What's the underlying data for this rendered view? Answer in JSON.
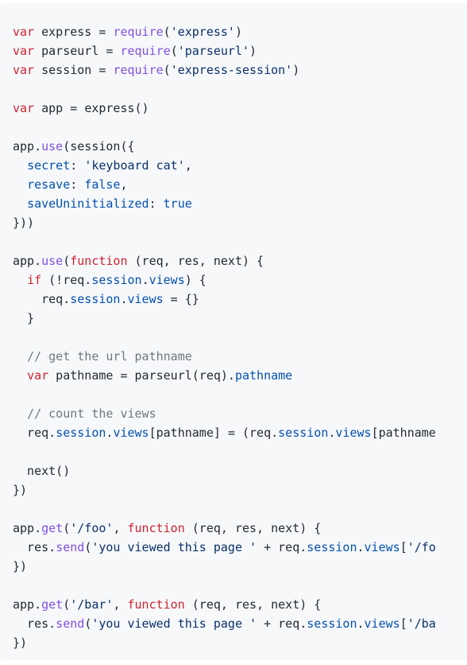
{
  "code_block": {
    "language": "javascript",
    "colors": {
      "background": "#f6f8fa",
      "plain": "#24292f",
      "keyword": "#cf222e",
      "function": "#8250df",
      "string": "#0a3069",
      "property": "#0550ae",
      "constant": "#0550ae",
      "comment": "#6e7781"
    },
    "lines": [
      [
        [
          "kw",
          "var"
        ],
        [
          "plain",
          " express = "
        ],
        [
          "fn",
          "require"
        ],
        [
          "plain",
          "("
        ],
        [
          "str",
          "'express'"
        ],
        [
          "plain",
          ")"
        ]
      ],
      [
        [
          "kw",
          "var"
        ],
        [
          "plain",
          " parseurl = "
        ],
        [
          "fn",
          "require"
        ],
        [
          "plain",
          "("
        ],
        [
          "str",
          "'parseurl'"
        ],
        [
          "plain",
          ")"
        ]
      ],
      [
        [
          "kw",
          "var"
        ],
        [
          "plain",
          " session = "
        ],
        [
          "fn",
          "require"
        ],
        [
          "plain",
          "("
        ],
        [
          "str",
          "'express-session'"
        ],
        [
          "plain",
          ")"
        ]
      ],
      [],
      [
        [
          "kw",
          "var"
        ],
        [
          "plain",
          " app = "
        ],
        [
          "plain",
          "express()"
        ]
      ],
      [],
      [
        [
          "plain",
          "app."
        ],
        [
          "fn",
          "use"
        ],
        [
          "plain",
          "(session({"
        ]
      ],
      [
        [
          "plain",
          "  "
        ],
        [
          "prop",
          "secret"
        ],
        [
          "plain",
          ": "
        ],
        [
          "str",
          "'keyboard cat'"
        ],
        [
          "plain",
          ","
        ]
      ],
      [
        [
          "plain",
          "  "
        ],
        [
          "prop",
          "resave"
        ],
        [
          "plain",
          ": "
        ],
        [
          "const",
          "false"
        ],
        [
          "plain",
          ","
        ]
      ],
      [
        [
          "plain",
          "  "
        ],
        [
          "prop",
          "saveUninitialized"
        ],
        [
          "plain",
          ": "
        ],
        [
          "const",
          "true"
        ]
      ],
      [
        [
          "plain",
          "}))"
        ]
      ],
      [],
      [
        [
          "plain",
          "app."
        ],
        [
          "fn",
          "use"
        ],
        [
          "plain",
          "("
        ],
        [
          "kw",
          "function"
        ],
        [
          "plain",
          " (req, res, next) {"
        ]
      ],
      [
        [
          "plain",
          "  "
        ],
        [
          "kw",
          "if"
        ],
        [
          "plain",
          " (!req."
        ],
        [
          "prop",
          "session"
        ],
        [
          "plain",
          "."
        ],
        [
          "prop",
          "views"
        ],
        [
          "plain",
          ") {"
        ]
      ],
      [
        [
          "plain",
          "    req."
        ],
        [
          "prop",
          "session"
        ],
        [
          "plain",
          "."
        ],
        [
          "prop",
          "views"
        ],
        [
          "plain",
          " = {}"
        ]
      ],
      [
        [
          "plain",
          "  }"
        ]
      ],
      [],
      [
        [
          "plain",
          "  "
        ],
        [
          "com",
          "// get the url pathname"
        ]
      ],
      [
        [
          "plain",
          "  "
        ],
        [
          "kw",
          "var"
        ],
        [
          "plain",
          " pathname = parseurl(req)."
        ],
        [
          "prop",
          "pathname"
        ]
      ],
      [],
      [
        [
          "plain",
          "  "
        ],
        [
          "com",
          "// count the views"
        ]
      ],
      [
        [
          "plain",
          "  req."
        ],
        [
          "prop",
          "session"
        ],
        [
          "plain",
          "."
        ],
        [
          "prop",
          "views"
        ],
        [
          "plain",
          "[pathname] = (req."
        ],
        [
          "prop",
          "session"
        ],
        [
          "plain",
          "."
        ],
        [
          "prop",
          "views"
        ],
        [
          "plain",
          "[pathname"
        ]
      ],
      [],
      [
        [
          "plain",
          "  next()"
        ]
      ],
      [
        [
          "plain",
          "})"
        ]
      ],
      [],
      [
        [
          "plain",
          "app."
        ],
        [
          "fn",
          "get"
        ],
        [
          "plain",
          "("
        ],
        [
          "str",
          "'/foo'"
        ],
        [
          "plain",
          ", "
        ],
        [
          "kw",
          "function"
        ],
        [
          "plain",
          " (req, res, next) {"
        ]
      ],
      [
        [
          "plain",
          "  res."
        ],
        [
          "fn",
          "send"
        ],
        [
          "plain",
          "("
        ],
        [
          "str",
          "'you viewed this page '"
        ],
        [
          "plain",
          " + req."
        ],
        [
          "prop",
          "session"
        ],
        [
          "plain",
          "."
        ],
        [
          "prop",
          "views"
        ],
        [
          "plain",
          "["
        ],
        [
          "str",
          "'/fo"
        ]
      ],
      [
        [
          "plain",
          "})"
        ]
      ],
      [],
      [
        [
          "plain",
          "app."
        ],
        [
          "fn",
          "get"
        ],
        [
          "plain",
          "("
        ],
        [
          "str",
          "'/bar'"
        ],
        [
          "plain",
          ", "
        ],
        [
          "kw",
          "function"
        ],
        [
          "plain",
          " (req, res, next) {"
        ]
      ],
      [
        [
          "plain",
          "  res."
        ],
        [
          "fn",
          "send"
        ],
        [
          "plain",
          "("
        ],
        [
          "str",
          "'you viewed this page '"
        ],
        [
          "plain",
          " + req."
        ],
        [
          "prop",
          "session"
        ],
        [
          "plain",
          "."
        ],
        [
          "prop",
          "views"
        ],
        [
          "plain",
          "["
        ],
        [
          "str",
          "'/ba"
        ]
      ],
      [
        [
          "plain",
          "})"
        ]
      ]
    ]
  }
}
